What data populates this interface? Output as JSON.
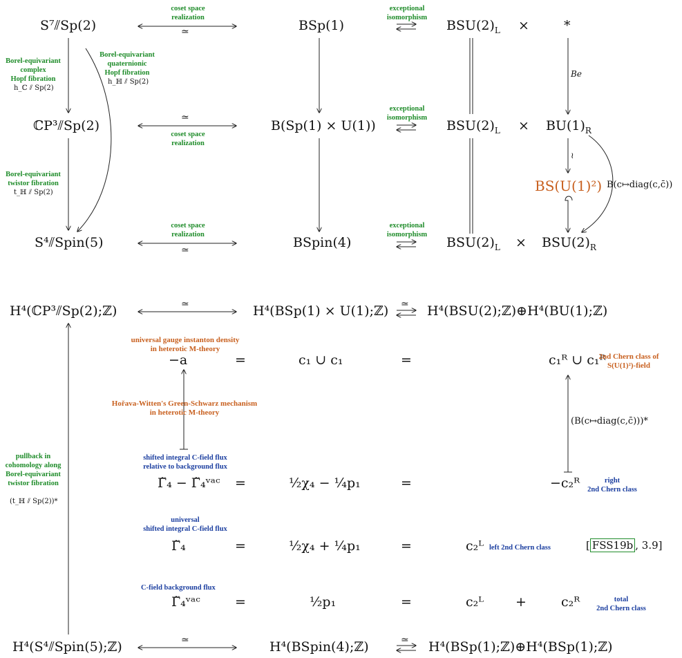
{
  "top": {
    "row1": {
      "s7": "S⁷⫽Sp(2)",
      "coset": "coset space\nrealization",
      "simeq": "≃",
      "bsp1": "BSp(1)",
      "exc": "exceptional\nisomorphism",
      "bsu2l": "BSU(2)",
      "sub_L": "L",
      "times": "×",
      "star": "*"
    },
    "row2": {
      "cp3": "ℂP³⫽Sp(2)",
      "simeq": "≃",
      "coset": "coset space\nrealization",
      "bspu": "B(Sp(1) × U(1))",
      "exc": "exceptional\nisomorphism",
      "bsu2l": "BSU(2)",
      "sub_L": "L",
      "times": "×",
      "bu1r": "BU(1)",
      "sub_R": "R"
    },
    "row_mid": {
      "bsu12": "BS(U(1)²)",
      "be": "Be",
      "wr": "≀",
      "bdiag": "B(c↦diag(c,c̄))"
    },
    "row3": {
      "s4": "S⁴⫽Spin(5)",
      "coset": "coset space\nrealization",
      "simeq": "≃",
      "bspin4": "BSpin(4)",
      "exc": "exceptional\nisomorphism",
      "bsu2l": "BSU(2)",
      "sub_L": "L",
      "times": "×",
      "bsu2r": "BSU(2)",
      "sub_R": "R"
    },
    "left_labels": {
      "complex": "Borel-equivariant\ncomplex\nHopf fibration",
      "complex_map": "h_ℂ ⫽ Sp(2)",
      "quat": "Borel-equivariant\nquaternionic\nHopf fibration",
      "quat_map": "h_ℍ ⫽ Sp(2)",
      "twistor": "Borel-equivariant\ntwistor fibration",
      "twistor_map": "t_ℍ ⫽ Sp(2)"
    }
  },
  "bottom": {
    "h_top_left": "H⁴(ℂP³⫽Sp(2);ℤ)",
    "h_top_mid": "H⁴(BSp(1) × U(1);ℤ)",
    "h_top_right": "H⁴(BSU(2);ℤ)⊕H⁴(BU(1);ℤ)",
    "simeq": "≃",
    "r_a": {
      "label": "universal gauge instanton density\nin heterotic M-theory",
      "lhs": "−a",
      "eq": "=",
      "mid": "c₁ ∪ c₁",
      "rhs": "c₁ᴿ ∪ c₁ᴿ",
      "rlabel": "2nd Chern class of\nS(U(1)²)-field"
    },
    "hw": "Hořava-Witten's Green-Schwarz mechanism\nin heterotic M-theory",
    "pullback_r": "(B(c↦diag(c,c̄)))*",
    "r_gamma_diff": {
      "label": "shifted integral C-field flux\nrelative to background flux",
      "lhs": "Γ̃₄ − Γ̃₄ᵛᵃᶜ",
      "eq": "=",
      "mid": "½χ₄ − ¼p₁",
      "rhs": "−c₂ᴿ",
      "rlabel": "right\n2nd Chern class"
    },
    "r_gamma": {
      "label": "universal\nshifted integral C-field flux",
      "lhs": "Γ̃₄",
      "eq": "=",
      "mid": "½χ₄ + ¼p₁",
      "rhs": "c₂ᴸ",
      "rlabel": "left 2nd Chern class",
      "ref": "FSS19b",
      "ref_tail": ", 3.9]",
      "ref_open": "["
    },
    "r_vac": {
      "label": "C-field background flux",
      "lhs": "Γ̃₄ᵛᵃᶜ",
      "eq": "=",
      "mid": "½p₁",
      "rhs_l": "c₂ᴸ",
      "plus": "+",
      "rhs_r": "c₂ᴿ",
      "rlabel": "total\n2nd Chern class"
    },
    "pullback_left": "pullback in\ncohomology along\nBorel-equivariant\ntwistor fibration",
    "pullback_left_map": "(t_ℍ ⫽ Sp(2))*",
    "h_bot_left": "H⁴(S⁴⫽Spin(5);ℤ)",
    "h_bot_mid": "H⁴(BSpin(4);ℤ)",
    "h_bot_right": "H⁴(BSp(1);ℤ)⊕H⁴(BSp(1);ℤ)"
  }
}
